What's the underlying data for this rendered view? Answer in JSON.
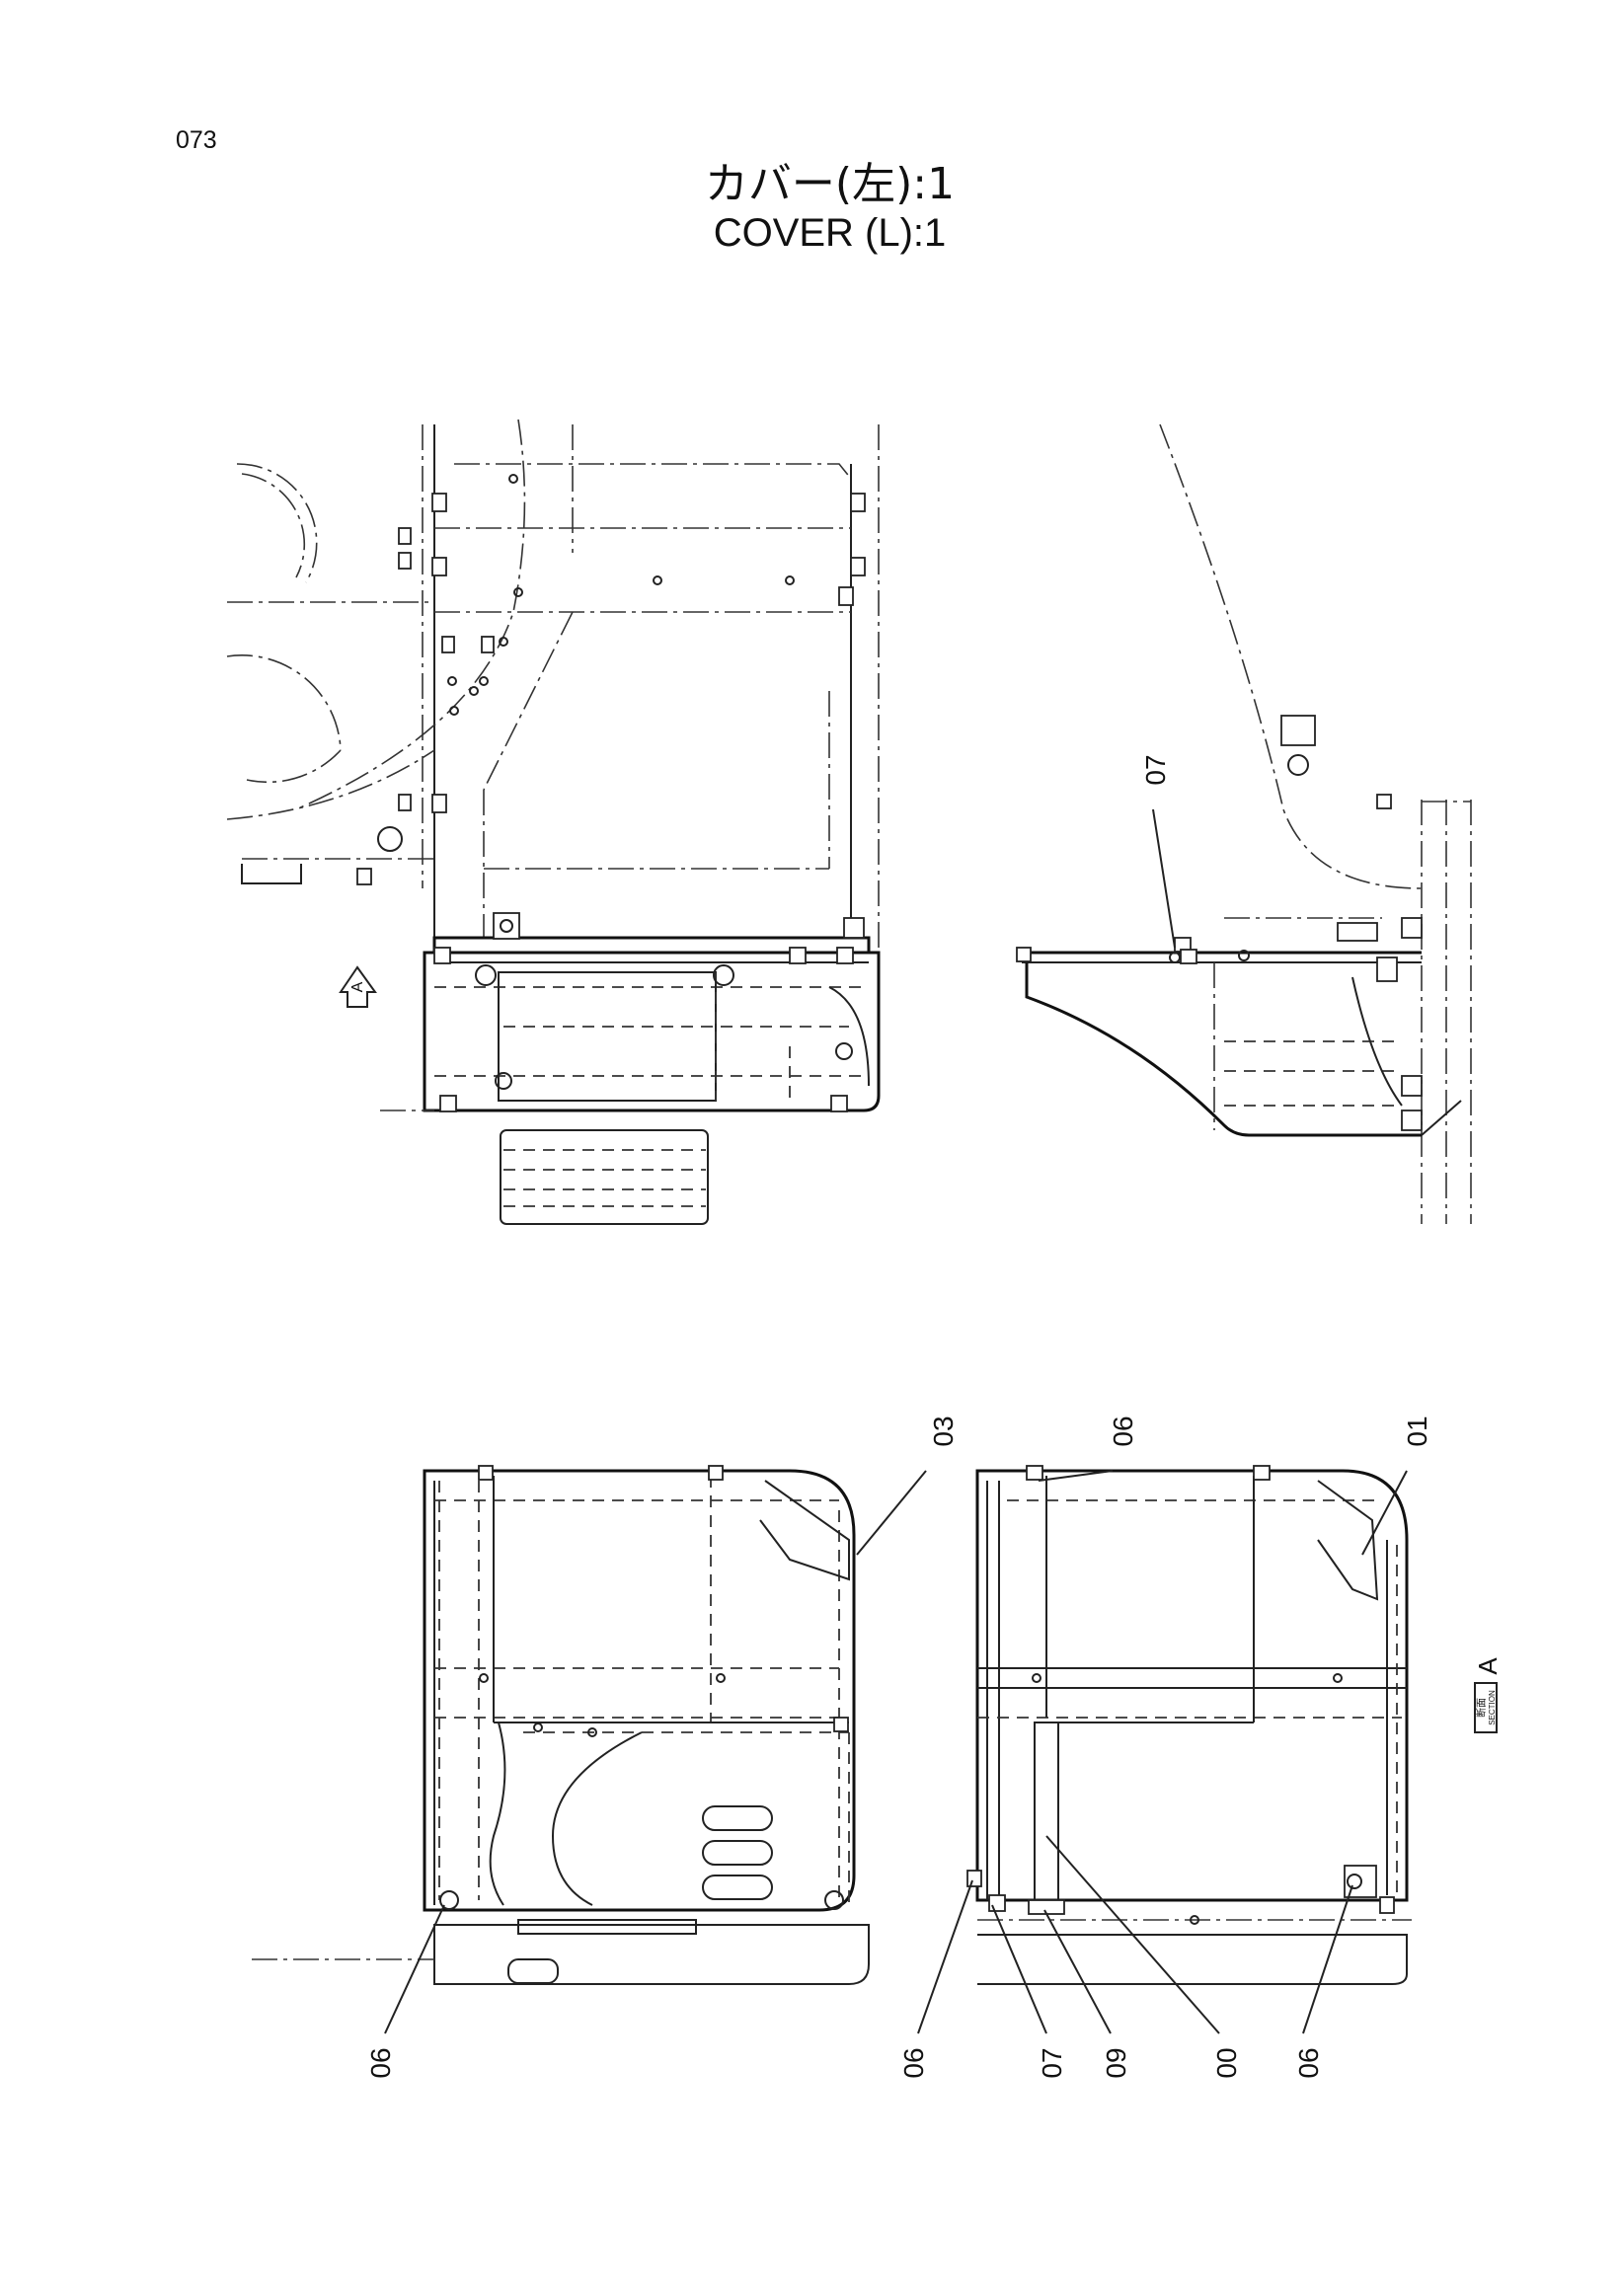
{
  "page_number": "073",
  "title": {
    "japanese": "カバー(左):1",
    "english": "COVER (L):1"
  },
  "view_marker": {
    "letter": "A"
  },
  "section_label": {
    "japanese": "断面",
    "english": "SECTION",
    "letter": "A"
  },
  "callouts": {
    "upper_right": "07",
    "lower_left_top": "03",
    "lower_left_bottom": "06",
    "lower_right_top_1": "06",
    "lower_right_top_2": "01",
    "lower_right_bottom_1": "06",
    "lower_right_bottom_2": "07",
    "lower_right_bottom_3": "09",
    "lower_right_bottom_4": "00",
    "lower_right_bottom_5": "06"
  }
}
